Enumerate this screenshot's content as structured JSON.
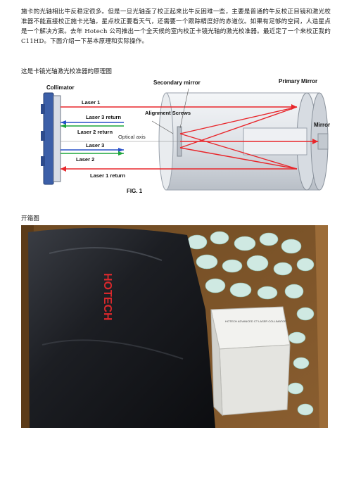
{
  "article": {
    "intro": "施卡的光轴相比牛反稳定很多。但是一旦光轴歪了校正起来比牛反困难一些，主要是普通的牛反校正目镜和激光校准器不能直接校正施卡光轴。星点校正要看天气，还需要一个跟踪精度好的赤道仪。如果有足够的空间，人造星点是一个解决方案。去年 Hotech 公司推出一个全天候的室内校正卡镜光轴的激光校准器。最近定了一个来校正我的 C11HD。下面介绍一下基本原理和实际操作。",
    "diagram_caption": "这是卡镜光轴激光校准器的原理图",
    "photo_caption": "开箱图"
  },
  "diagram": {
    "labels": {
      "collimator": "Collimator",
      "secondary_mirror": "Secondary mirror",
      "primary_mirror": "Primary Mirror",
      "mirror": "Mirror",
      "laser1": "Laser 1",
      "laser3_return": "Laser 3 return",
      "laser2_return": "Laser 2 return",
      "alignment_screws": "Alignment Screws",
      "optical_axis": "Optical axis",
      "laser3": "Laser 3",
      "laser2": "Laser 2",
      "laser1_return": "Laser 1 return",
      "fig": "FIG. 1"
    },
    "colors": {
      "red_laser": "#e8262b",
      "green_laser": "#1ca63a",
      "blue_laser": "#2850c8",
      "tube": "#c8cdd4"
    }
  },
  "photo": {
    "bag_text": "HOTECH",
    "box_label": "HOTECH ADVANCED CT LASER COLLIMATOR"
  }
}
